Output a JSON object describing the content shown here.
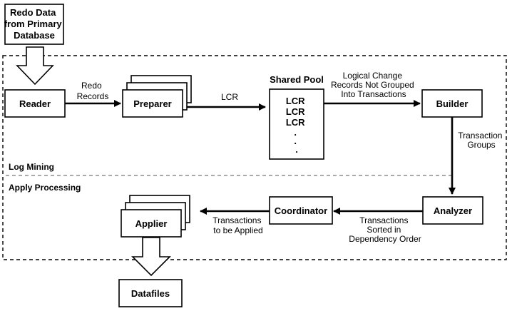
{
  "nodes": {
    "source": {
      "label_lines": [
        "Redo Data",
        "from Primary",
        "Database"
      ]
    },
    "reader": {
      "label": "Reader"
    },
    "preparer": {
      "label": "Preparer"
    },
    "shared_pool": {
      "title": "Shared Pool",
      "items": [
        "LCR",
        "LCR",
        "LCR",
        ".",
        ".",
        "."
      ]
    },
    "builder": {
      "label": "Builder"
    },
    "analyzer": {
      "label": "Analyzer"
    },
    "coordinator": {
      "label": "Coordinator"
    },
    "applier": {
      "label": "Applier"
    },
    "datafiles": {
      "label": "Datafiles"
    }
  },
  "edges": {
    "reader_to_preparer": [
      "Redo",
      "Records"
    ],
    "preparer_to_pool": [
      "LCR"
    ],
    "pool_to_builder": [
      "Logical Change",
      "Records Not Grouped",
      "Into Transactions"
    ],
    "builder_to_analyzer": [
      "Transaction",
      "Groups"
    ],
    "analyzer_to_coordinator": [
      "Transactions",
      "Sorted in",
      "Dependency Order"
    ],
    "coordinator_to_applier": [
      "Transactions",
      "to be Applied"
    ]
  },
  "sections": {
    "log_mining": "Log Mining",
    "apply_processing": "Apply Processing"
  },
  "colors": {
    "stroke": "#000000",
    "divider": "#aaaaaa",
    "background": "#ffffff"
  }
}
